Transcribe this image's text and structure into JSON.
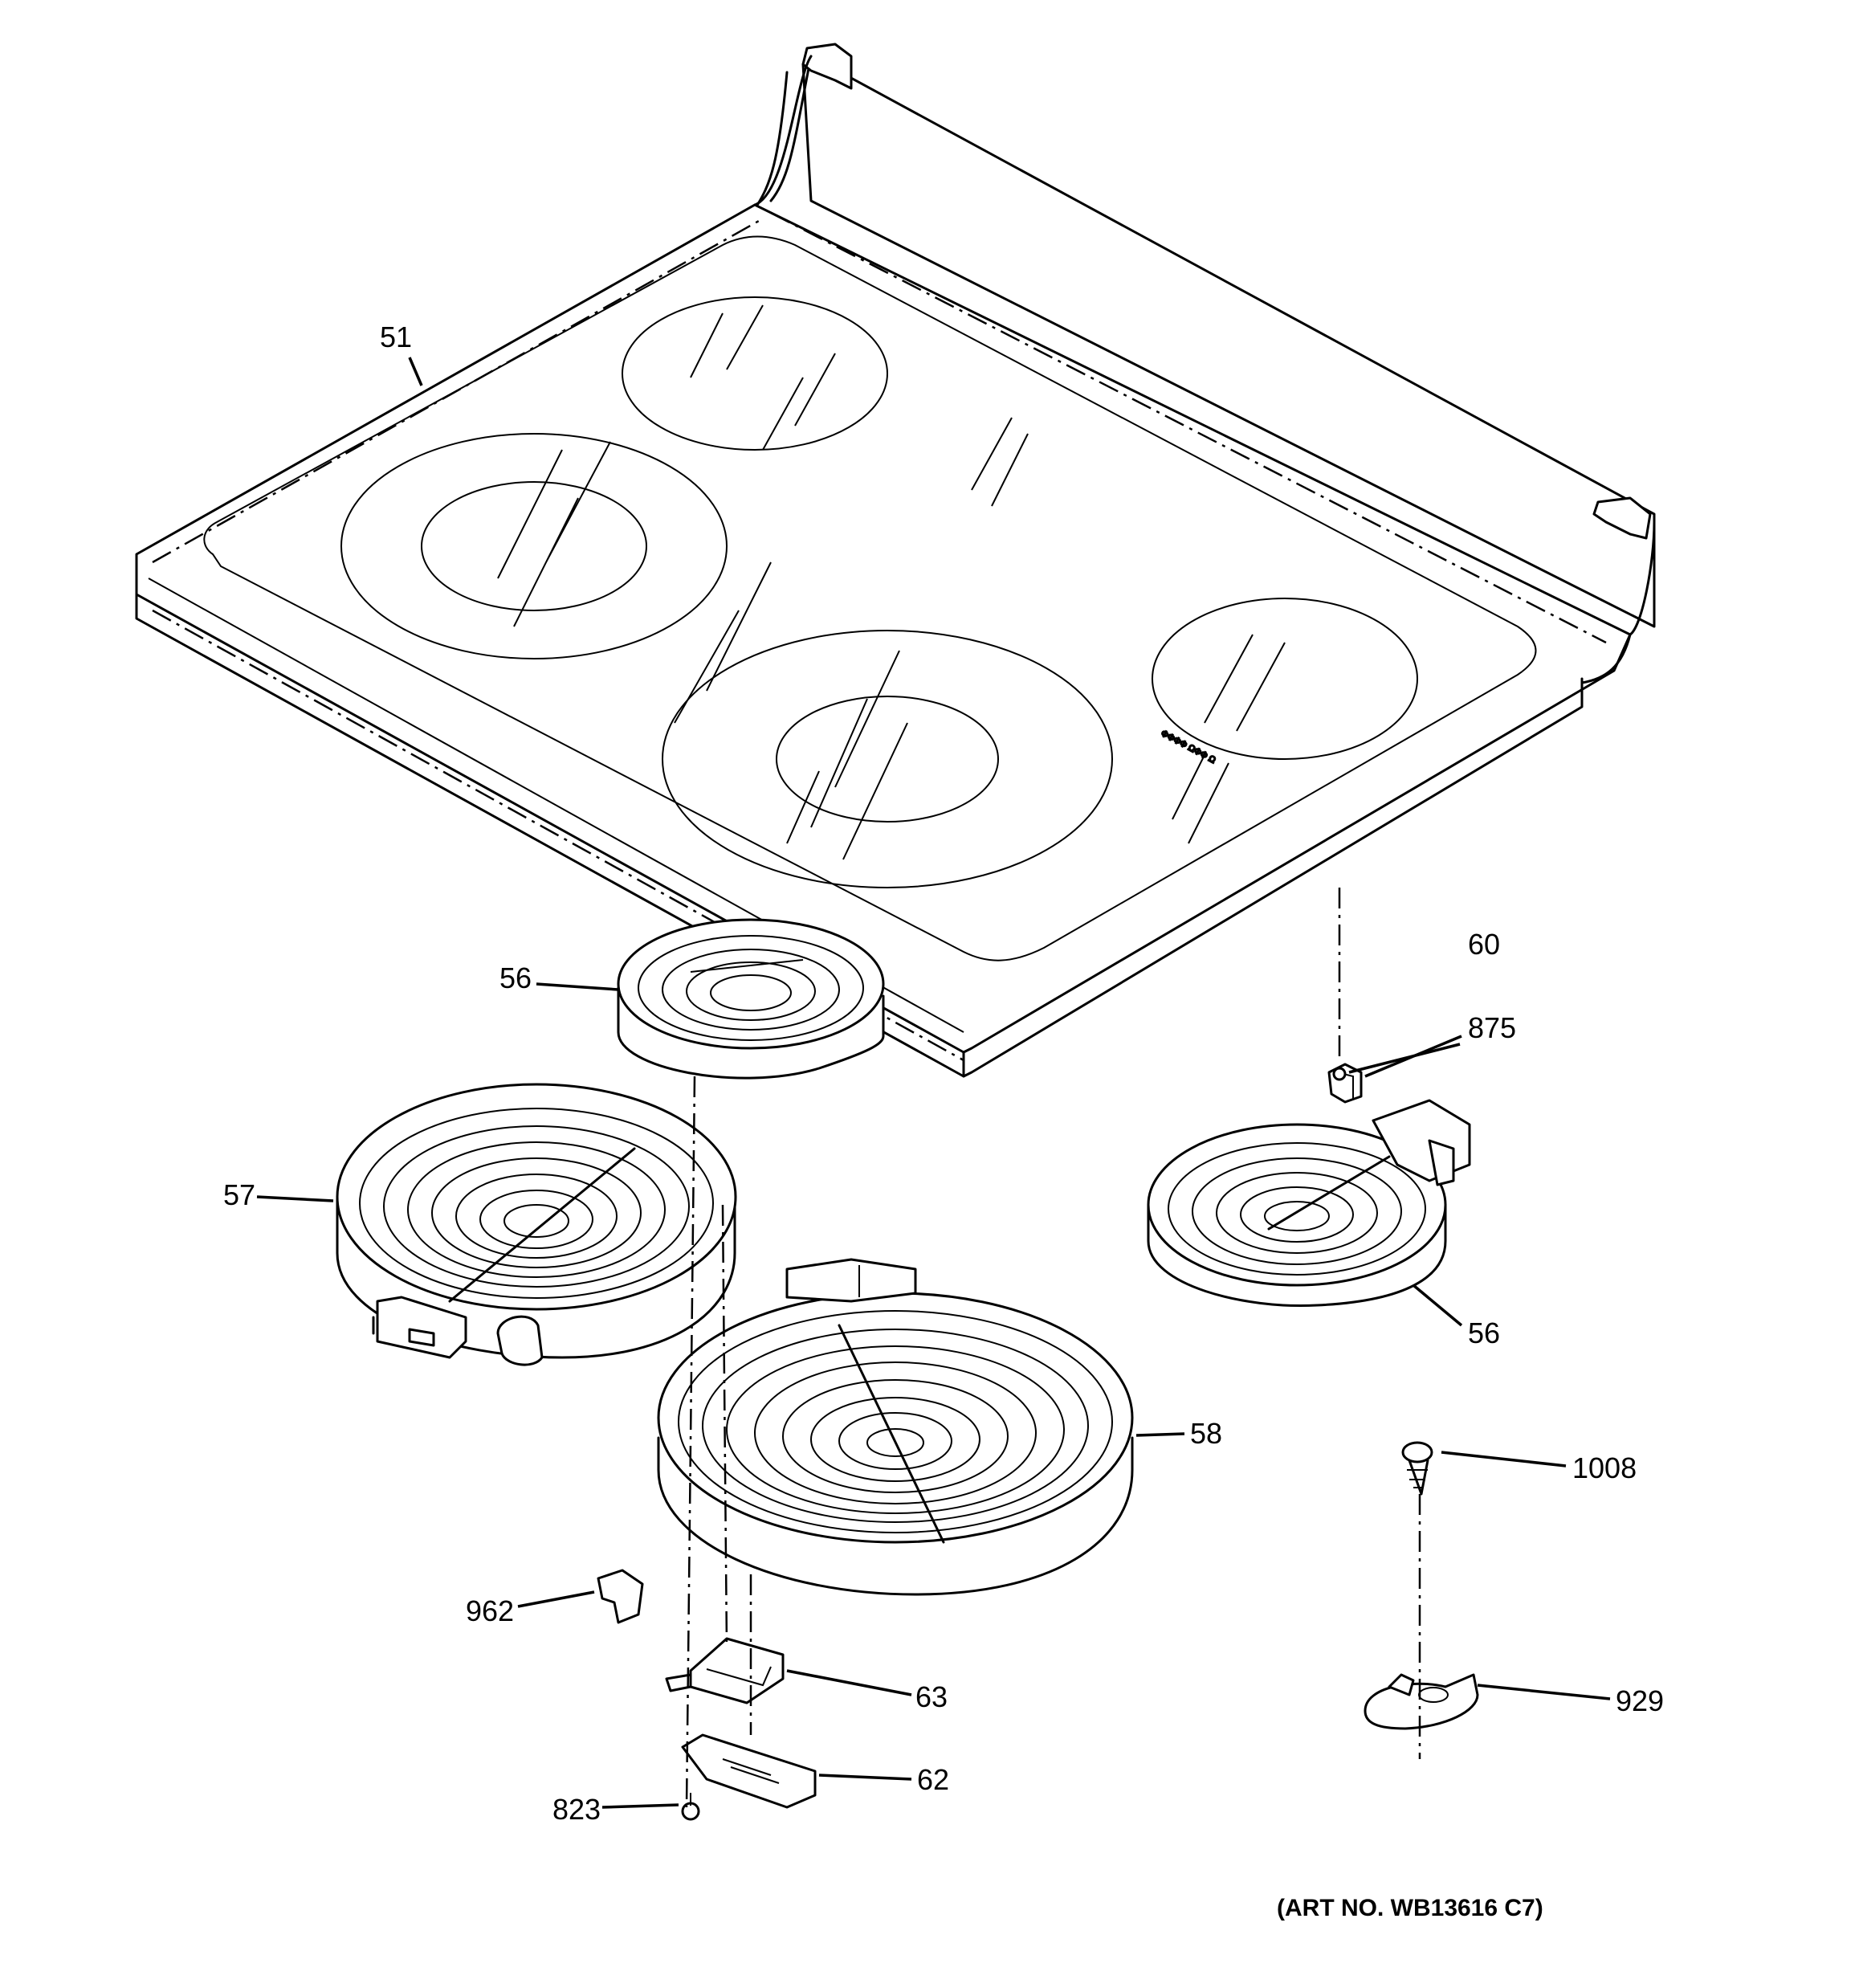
{
  "parts": {
    "cooktop": "51",
    "element_small_left": "56",
    "element_large_left": "57",
    "element_center": "58",
    "element_right": "56",
    "clip": "60",
    "screw_small": "875",
    "screw_top": "1008",
    "bracket_929": "929",
    "clip_962": "962",
    "bracket_63": "63",
    "bracket_62": "62",
    "screw_823": "823"
  },
  "art_number": "(ART NO. WB13616 C7)",
  "stamp": "ΦΦΦΦ ΩΦΦ Ω"
}
